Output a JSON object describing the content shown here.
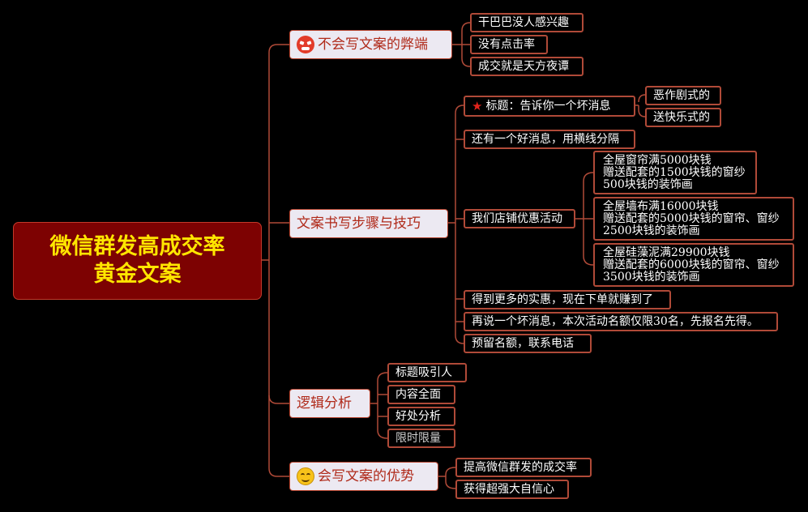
{
  "mindmap": {
    "root": {
      "line1": "微信群发高成交率",
      "line2": "黄金文案"
    },
    "branch1": {
      "label": "不会写文案的弊端",
      "icon": "angry-face-icon",
      "children": [
        "干巴巴没人感兴趣",
        "没有点击率",
        "成交就是天方夜谭"
      ]
    },
    "branch2": {
      "label": "文案书写步骤与技巧",
      "title_item": {
        "label": "标题：告诉你一个坏消息",
        "icon": "red-star-icon",
        "children": [
          "恶作剧式的",
          "送快乐式的"
        ]
      },
      "good_news": "还有一个好消息，用横线分隔",
      "promo": {
        "label": "我们店铺优惠活动",
        "offers": [
          {
            "line1": "全屋窗帘满5000块钱",
            "line2": "赠送配套的1500块钱的窗纱",
            "line3": "500块钱的装饰画"
          },
          {
            "line1": "全屋墙布满16000块钱",
            "line2": "赠送配套的5000块钱的窗帘、窗纱",
            "line3": "2500块钱的装饰画"
          },
          {
            "line1": "全屋硅藻泥满29900块钱",
            "line2": "赠送配套的6000块钱的窗帘、窗纱",
            "line3": "3500块钱的装饰画"
          }
        ]
      },
      "more": "得到更多的实惠，现在下单就赚到了",
      "bad_news": "再说一个坏消息，本次活动名额仅限30名，先报名先得。",
      "reserve": "预留名额，联系电话"
    },
    "branch3": {
      "label": "逻辑分析",
      "children": [
        "标题吸引人",
        "内容全面",
        "好处分析",
        "限时限量"
      ]
    },
    "branch4": {
      "label": "会写文案的优势",
      "icon": "smiling-face-icon",
      "children": [
        "提高微信群发的成交率",
        "获得超强大自信心"
      ]
    },
    "line_color": "#b04a38"
  }
}
